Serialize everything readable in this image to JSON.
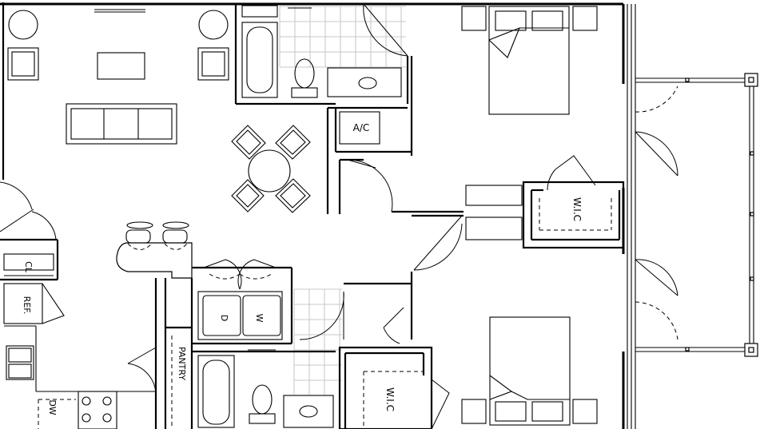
{
  "labels": {
    "ac": "A/C",
    "wic_upper": "W.I.C",
    "wic_lower": "W.I.C",
    "closet": "CL",
    "refrigerator": "REF.",
    "pantry": "PANTRY",
    "dryer": "D",
    "washer": "W",
    "dishwasher": "DW"
  }
}
